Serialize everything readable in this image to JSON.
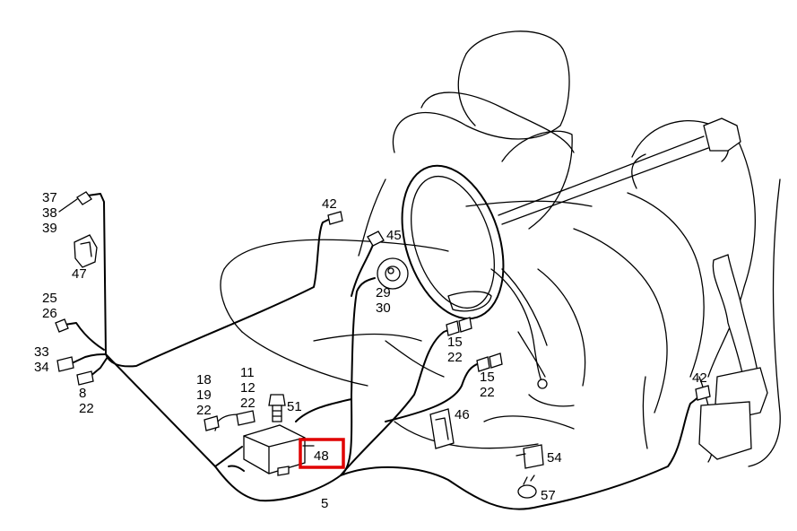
{
  "labels": {
    "l37": "37",
    "l38": "38",
    "l39": "39",
    "l47": "47",
    "l25": "25",
    "l26": "26",
    "l33": "33",
    "l34": "34",
    "l8": "8",
    "l22a": "22",
    "l42a": "42",
    "l45": "45",
    "l29": "29",
    "l30": "30",
    "l15a": "15",
    "l22b": "22",
    "l15b": "15",
    "l22c": "22",
    "l18": "18",
    "l19": "19",
    "l22d": "22",
    "l11": "11",
    "l12": "12",
    "l22e": "22",
    "l51": "51",
    "l46": "46",
    "l48": "48",
    "l5": "5",
    "l54": "54",
    "l57": "57",
    "l42b": "42"
  },
  "highlight": {
    "label": "48",
    "color": "#e00000"
  }
}
